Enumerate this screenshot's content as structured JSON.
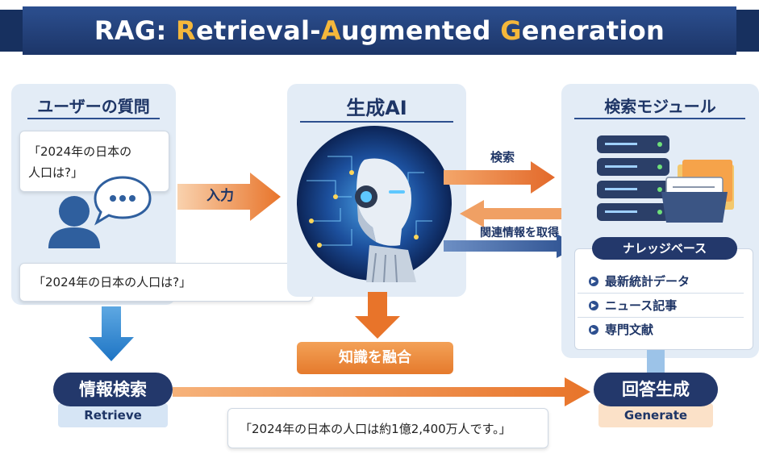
{
  "title": {
    "prefix": "RAG: ",
    "r": "R",
    "w1": "etrieval-",
    "a": "A",
    "w2": "ugmented ",
    "g": "G",
    "w3": "eneration"
  },
  "user_panel": {
    "title": "ユーザーの質問",
    "question_line1": "「2024年の日本の",
    "question_line2": "人口は?」",
    "question_full": "「2024年の日本の人口は?」"
  },
  "ai_panel": {
    "title": "生成AI"
  },
  "search_panel": {
    "title": "検索モジュール",
    "kb_title": "ナレッジベース",
    "kb_items": [
      "最新統計データ",
      "ニュース記事",
      "専門文献"
    ]
  },
  "arrows": {
    "input": "入力",
    "search": "検索",
    "fetch": "関連情報を取得",
    "fuse": "知識を融合"
  },
  "bottom": {
    "retrieve_jp": "情報検索",
    "retrieve_en": "Retrieve",
    "generate_jp": "回答生成",
    "generate_en": "Generate",
    "answer": "「2024年の日本の人口は約1億2,400万人です。」"
  },
  "colors": {
    "navy": "#23386b",
    "orange": "#ea7a2e",
    "title_accent": "#f4b73b",
    "panel_bg": "#e3ecf6"
  }
}
